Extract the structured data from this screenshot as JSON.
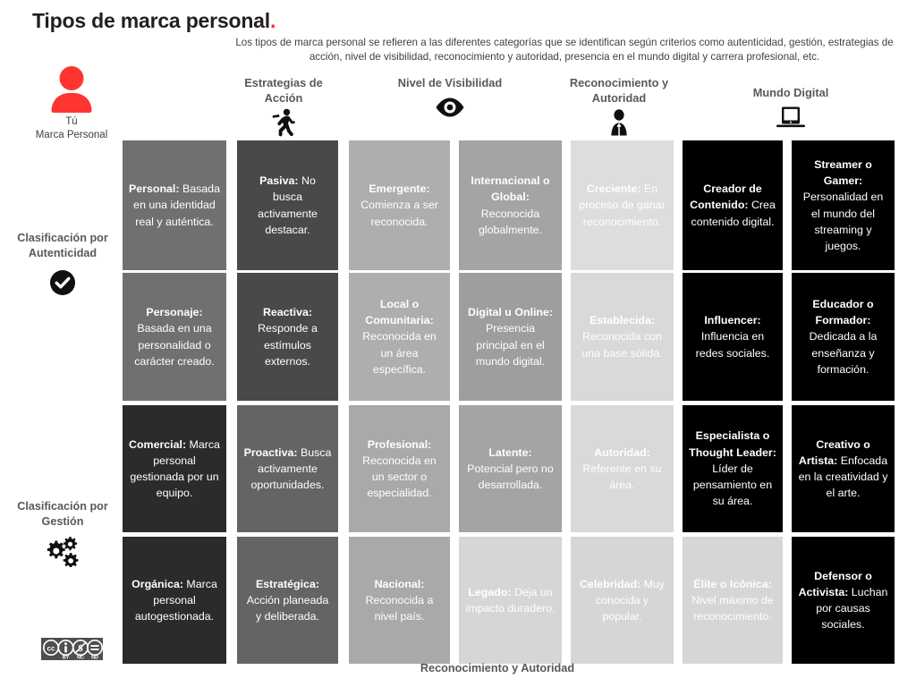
{
  "header": {
    "title": "Tipos de marca personal",
    "title_dot": ".",
    "subtitle": "Los tipos de marca personal se refieren a las diferentes categorías que se identifican según criterios como autenticidad, gestión, estrategias de acción, nivel de visibilidad, reconocimiento y autoridad, presencia en el mundo digital y carrera profesional, etc."
  },
  "identity": {
    "icon": "person-icon",
    "line1": "Tú",
    "line2": "Marca Personal",
    "color": "#fe3430"
  },
  "row_groups": [
    {
      "label": "Clasificación por Autenticidad",
      "icon": "check-circle-icon"
    },
    {
      "label": "Clasificación por Gestión",
      "icon": "gears-icon"
    }
  ],
  "license": {
    "name": "cc-by-nc-nd-badge",
    "code": "CC BY NC ND"
  },
  "columns": [
    {
      "label": "",
      "icon": ""
    },
    {
      "label": "Estrategias de Acción",
      "icon": "running-person-icon"
    },
    {
      "label": "Nivel de Visibilidad",
      "icon": "eye-icon"
    },
    {
      "label": "",
      "icon": ""
    },
    {
      "label": "Reconocimiento y Autoridad",
      "icon": "user-authority-icon"
    },
    {
      "label": "Mundo Digital",
      "icon": "laptop-icon"
    },
    {
      "label": "",
      "icon": ""
    }
  ],
  "axis_bottom": "Reconocimiento y Autoridad",
  "cells": [
    {
      "term": "Personal:",
      "desc": "Basada en una identidad real y auténtica.",
      "bg": "#6f7072",
      "fg": "#ffffff",
      "col": 1,
      "row": 1
    },
    {
      "term": "Pasiva:",
      "desc": "No busca activamente destacar.",
      "bg": "#49494b",
      "fg": "#ffffff",
      "col": 2,
      "row": 1
    },
    {
      "term": "Emergente:",
      "desc": "Comienza a ser reconocida.",
      "bg": "#adaeb0",
      "fg": "#ffffff",
      "col": 3,
      "row": 1
    },
    {
      "term": "Internacional o Global:",
      "desc": "Reconocida globalmente.",
      "bg": "#a3a4a6",
      "fg": "#ffffff",
      "col": 4,
      "row": 1
    },
    {
      "term": "Creciente:",
      "desc": "En proceso de ganar reconocimiento.",
      "bg": "#dcdddd",
      "fg": "#ffffff",
      "col": 5,
      "row": 1
    },
    {
      "term": "Creador de Contenido:",
      "desc": "Crea contenido digital.",
      "bg": "#000000",
      "fg": "#ffffff",
      "col": 6,
      "row": 1
    },
    {
      "term": "Streamer o Gamer:",
      "desc": "Personalidad en el mundo del streaming y juegos.",
      "bg": "#000000",
      "fg": "#ffffff",
      "col": 7,
      "row": 1
    },
    {
      "term": "Personaje:",
      "desc": "Basada en una personalidad o carácter creado.",
      "bg": "#6f7072",
      "fg": "#ffffff",
      "col": 1,
      "row": 2
    },
    {
      "term": "Reactiva:",
      "desc": "Responde a estímulos externos.",
      "bg": "#49494b",
      "fg": "#ffffff",
      "col": 2,
      "row": 2
    },
    {
      "term": "Local o Comunitaria:",
      "desc": "Reconocida en un área específica.",
      "bg": "#adaeb0",
      "fg": "#ffffff",
      "col": 3,
      "row": 2
    },
    {
      "term": "Digital u Online:",
      "desc": "Presencia principal en el mundo digital.",
      "bg": "#9d9ea0",
      "fg": "#ffffff",
      "col": 4,
      "row": 2
    },
    {
      "term": "Establecida:",
      "desc": "Reconocida con una base sólida.",
      "bg": "#d8d9d9",
      "fg": "#ffffff",
      "col": 5,
      "row": 2
    },
    {
      "term": "Influencer:",
      "desc": "Influencia en redes sociales.",
      "bg": "#000000",
      "fg": "#ffffff",
      "col": 6,
      "row": 2
    },
    {
      "term": "Educador o Formador:",
      "desc": "Dedicada a la enseñanza y formación.",
      "bg": "#000000",
      "fg": "#ffffff",
      "col": 7,
      "row": 2
    },
    {
      "term": "Comercial:",
      "desc": "Marca personal gestionada por un equipo.",
      "bg": "#2b2b2d",
      "fg": "#ffffff",
      "col": 1,
      "row": 3
    },
    {
      "term": "Proactiva:",
      "desc": "Busca activamente oportunidades.",
      "bg": "#636466",
      "fg": "#ffffff",
      "col": 2,
      "row": 3
    },
    {
      "term": "Profesional:",
      "desc": "Reconocida en un sector o especialidad.",
      "bg": "#a8a9ab",
      "fg": "#ffffff",
      "col": 3,
      "row": 3
    },
    {
      "term": "Latente:",
      "desc": "Potencial pero no desarrollada.",
      "bg": "#a3a4a6",
      "fg": "#ffffff",
      "col": 4,
      "row": 3
    },
    {
      "term": "Autoridad:",
      "desc": "Referente en su área.",
      "bg": "#d8d9d9",
      "fg": "#ffffff",
      "col": 5,
      "row": 3
    },
    {
      "term": "Especialista o Thought Leader:",
      "desc": "Líder de pensamiento en su área.",
      "bg": "#000000",
      "fg": "#ffffff",
      "col": 6,
      "row": 3
    },
    {
      "term": "Creativo o Artista:",
      "desc": "Enfocada en la creatividad y el arte.",
      "bg": "#000000",
      "fg": "#ffffff",
      "col": 7,
      "row": 3
    },
    {
      "term": "Orgánica:",
      "desc": "Marca personal autogestionada.",
      "bg": "#2b2b2d",
      "fg": "#ffffff",
      "col": 1,
      "row": 4
    },
    {
      "term": "Estratégica:",
      "desc": "Acción planeada y deliberada.",
      "bg": "#636466",
      "fg": "#ffffff",
      "col": 2,
      "row": 4
    },
    {
      "term": "Nacional:",
      "desc": "Reconocida a nivel país.",
      "bg": "#a8a9ab",
      "fg": "#ffffff",
      "col": 3,
      "row": 4
    },
    {
      "term": "Legado:",
      "desc": "Deja un impacto duradero.",
      "bg": "#d5d6d6",
      "fg": "#ffffff",
      "col": 4,
      "row": 4
    },
    {
      "term": "Celebridad:",
      "desc": "Muy conocida y popular.",
      "bg": "#d5d6d6",
      "fg": "#ffffff",
      "col": 5,
      "row": 4
    },
    {
      "term": "Élite o Icónica:",
      "desc": "Nivel máximo de reconocimiento.",
      "bg": "#d5d6d6",
      "fg": "#ffffff",
      "col": 6,
      "row": 4
    },
    {
      "term": "Defensor o Activista:",
      "desc": "Luchan por causas sociales.",
      "bg": "#000000",
      "fg": "#ffffff",
      "col": 7,
      "row": 4
    }
  ]
}
